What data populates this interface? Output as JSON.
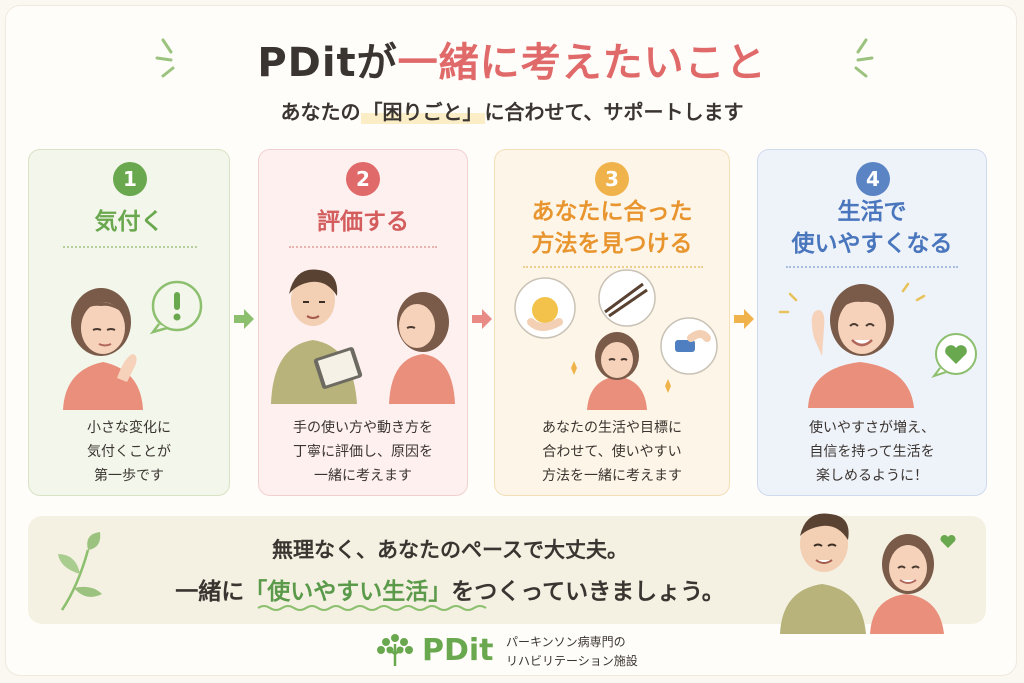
{
  "title": {
    "brand": "PDit",
    "particle": "が",
    "highlight": "一緒に考えたいこと"
  },
  "subtitle": {
    "before": "あなたの",
    "marked": "「困りごと」",
    "after": "に合わせて、サポートします"
  },
  "steps": [
    {
      "number": "1",
      "title_lines": [
        "気付く"
      ],
      "text_lines": [
        "小さな変化に",
        "気付くことが",
        "第一歩です"
      ],
      "color": "#6aa84f"
    },
    {
      "number": "2",
      "title_lines": [
        "評価する"
      ],
      "text_lines": [
        "手の使い方や動き方を",
        "丁寧に評価し、原因を",
        "一緒に考えます"
      ],
      "color": "#e06a6a"
    },
    {
      "number": "3",
      "title_lines": [
        "あなたに合った",
        "方法を見つける"
      ],
      "text_lines": [
        "あなたの生活や目標に",
        "合わせて、使いやすい",
        "方法を一緒に考えます"
      ],
      "color": "#e8a43c"
    },
    {
      "number": "4",
      "title_lines": [
        "生活で",
        "使いやすくなる"
      ],
      "text_lines": [
        "使いやすさが増え、",
        "自信を持って生活を",
        "楽しめるように！"
      ],
      "color": "#5b84c4"
    }
  ],
  "banner": {
    "line1": "無理なく、あなたのペースで大丈夫。",
    "line2_before": "一緒に",
    "line2_quote_open": "「",
    "line2_highlight": "使いやすい生活",
    "line2_quote_close": "」",
    "line2_after": "をつくっていきましょう。"
  },
  "footer": {
    "logo_text": "PDit",
    "sub_lines": [
      "パーキンソン病専門の",
      "リハビリテーション施設"
    ]
  },
  "colors": {
    "green": "#6aa84f",
    "red": "#e06a6a",
    "orange": "#e8a43c",
    "blue": "#5b84c4",
    "accent_bg": "#f4f1e2"
  },
  "icons": [
    "exclamation-bubble-icon",
    "heart-bubble-icon",
    "leaf-sprig-icon",
    "tree-logo-icon",
    "arrow-right-icon"
  ]
}
